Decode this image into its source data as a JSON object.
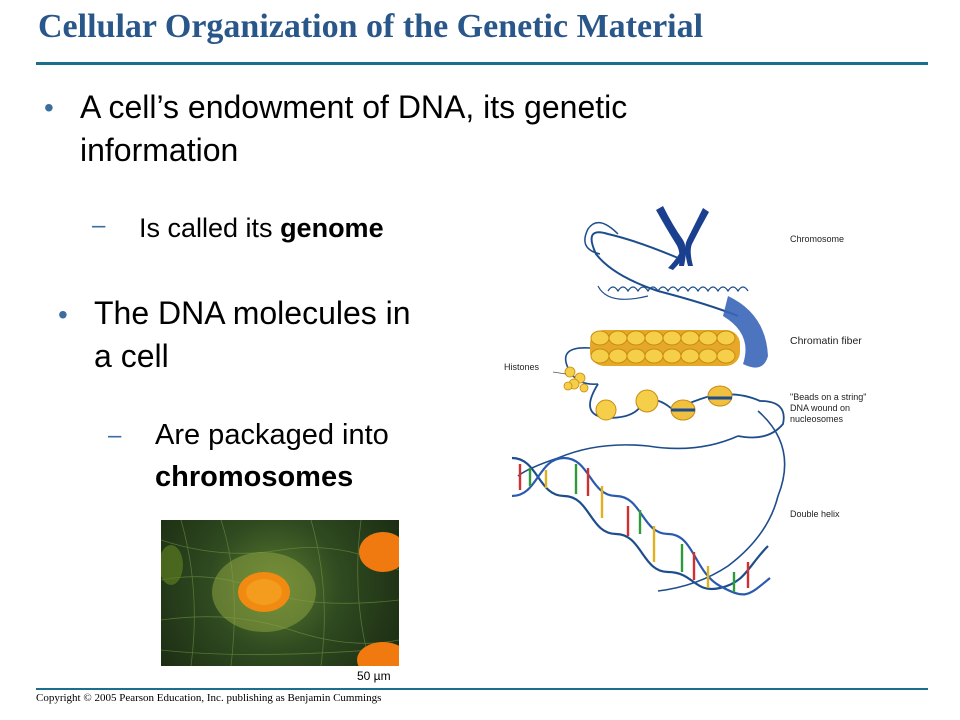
{
  "slide": {
    "title": "Cellular Organization of the Genetic Material",
    "bullet1": {
      "line1": "A cell’s endowment of DNA, its genetic",
      "line2": "information",
      "sub": {
        "text": "Is called its ",
        "bold": "genome"
      }
    },
    "bullet2": {
      "line1": "The DNA molecules in",
      "line2": "a cell",
      "sub": {
        "line1": "Are packaged into",
        "bold": "chromosomes"
      }
    },
    "dash": "–",
    "bullet": "•",
    "diagram_labels": {
      "chromosome": "Chromosome",
      "chromatin_fiber": "Chromatin fiber",
      "histones": "Histones",
      "beads_line1": "\"Beads on a string\"",
      "beads_line2": "DNA wound on",
      "beads_line3": "nucleosomes",
      "double_helix": "Double helix"
    },
    "micrograph_scale": "50 µm",
    "copyright": "Copyright © 2005 Pearson Education, Inc. publishing as Benjamin Cummings"
  },
  "colors": {
    "title": "#29578a",
    "rule": "#1a6f8a",
    "chromosome": "#1b3f8f",
    "nucleosome": "#f0c040",
    "dna_strand": "#1d4d8c"
  },
  "icons": [
    "chromosome-icon",
    "nucleosome-icon"
  ]
}
